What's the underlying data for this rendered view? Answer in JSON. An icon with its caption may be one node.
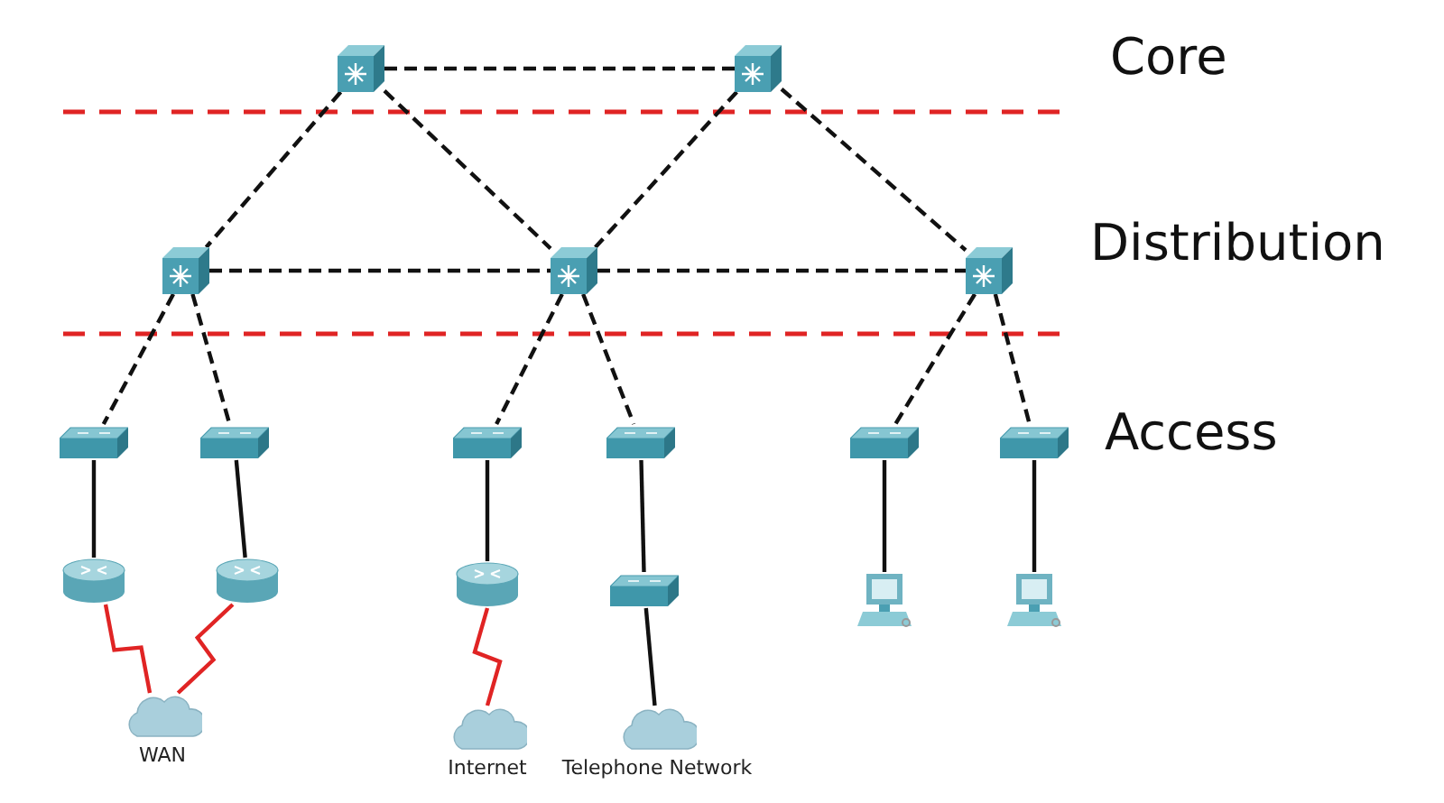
{
  "diagram": {
    "nodes": [
      {
        "text": [],
        "shape": "picture"
      },
      {
        "text": [],
        "shape": "picture"
      },
      {
        "text": [],
        "shape": "picture"
      },
      {
        "text": [],
        "shape": "picture"
      },
      {
        "text": [],
        "shape": "picture"
      },
      {
        "text": [],
        "shape": "box"
      },
      {
        "text": [],
        "shape": "box"
      },
      {
        "text": [],
        "shape": "box"
      },
      {
        "text": [],
        "shape": "box"
      },
      {
        "text": [],
        "shape": "box"
      },
      {
        "text": [],
        "shape": "box"
      },
      {
        "text": [],
        "shape": "cylinder"
      },
      {
        "text": [],
        "shape": "cylinder"
      },
      {
        "text": [],
        "shape": "cylinder"
      },
      {
        "text": [],
        "shape": "box"
      },
      {
        "text": [],
        "shape": "picture"
      },
      {
        "text": [],
        "shape": "picture"
      },
      {
        "text": [
          "WAN"
        ]
      },
      {
        "text": [
          "Internet"
        ]
      },
      {
        "text": [
          "Telephone Network"
        ]
      }
    ],
    "edges": [
      {
        "from": 0,
        "to": 1,
        "arrow": "none",
        "style": "dashed"
      },
      {
        "from": 0,
        "to": 2,
        "arrow": "none",
        "style": "dashed"
      },
      {
        "from": 0,
        "to": 3,
        "arrow": "none",
        "style": "dashed"
      },
      {
        "from": 1,
        "to": 3,
        "arrow": "none",
        "style": "dashed"
      },
      {
        "from": 1,
        "to": 4,
        "arrow": "none",
        "style": "dashed"
      },
      {
        "from": 2,
        "to": 3,
        "arrow": "none",
        "style": "dashed"
      },
      {
        "from": 3,
        "to": 4,
        "arrow": "none",
        "style": "dashed"
      },
      {
        "from": 2,
        "to": 5,
        "arrow": "none",
        "style": "dashed"
      },
      {
        "from": 2,
        "to": 6,
        "arrow": "none",
        "style": "dashed"
      },
      {
        "from": 3,
        "to": 7,
        "arrow": "none",
        "style": "dashed"
      },
      {
        "from": 3,
        "to": 8,
        "arrow": "none",
        "style": "dashed"
      },
      {
        "from": 4,
        "to": 9,
        "arrow": "none",
        "style": "dashed"
      },
      {
        "from": 4,
        "to": 10,
        "arrow": "none",
        "style": "dashed"
      },
      {
        "from": 5,
        "to": 11,
        "arrow": "none"
      },
      {
        "from": 6,
        "to": 12,
        "arrow": "none"
      },
      {
        "from": 7,
        "to": 13,
        "arrow": "none"
      },
      {
        "from": 8,
        "to": 14,
        "arrow": "none"
      },
      {
        "from": 9,
        "to": 15,
        "arrow": "none"
      },
      {
        "from": 10,
        "to": 16,
        "arrow": "none"
      },
      {
        "from": 11,
        "to": 17,
        "arrow": "none",
        "color": "#e02424"
      },
      {
        "from": 12,
        "to": 17,
        "arrow": "none",
        "color": "#e02424"
      },
      {
        "from": 13,
        "to": 18,
        "arrow": "none",
        "color": "#e02424"
      },
      {
        "from": 14,
        "to": 19,
        "arrow": "none"
      }
    ],
    "labels": [
      "Core",
      "Distribution",
      "Access"
    ]
  }
}
